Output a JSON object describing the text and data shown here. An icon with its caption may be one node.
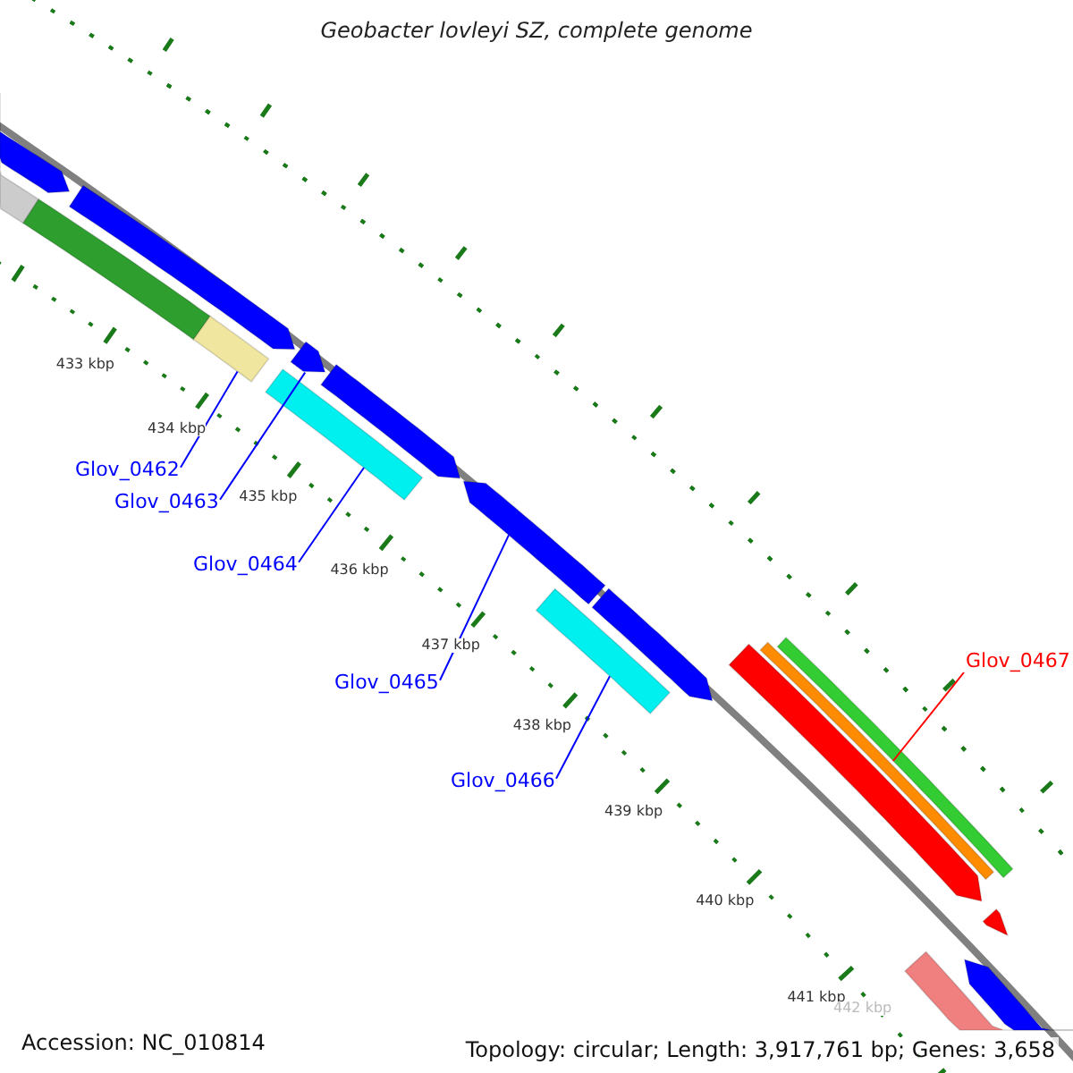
{
  "diagram": {
    "title": "Geobacter lovleyi SZ, complete genome",
    "nodes": [
      {
        "text": [
          "Glov_0462"
        ]
      },
      {
        "text": [
          "Glov_0463"
        ]
      },
      {
        "text": [
          "Glov_0464"
        ]
      },
      {
        "text": [
          "Glov_0465"
        ]
      },
      {
        "text": [
          "Glov_0466"
        ]
      },
      {
        "text": [
          "Glov_0467"
        ]
      },
      {
        "text": [],
        "shape": "bar"
      },
      {
        "text": [],
        "shape": "bar"
      },
      {
        "text": [],
        "shape": "bar"
      },
      {
        "text": [],
        "shape": "bar"
      },
      {
        "text": [],
        "shape": "bar"
      },
      {
        "text": [],
        "shape": "bar"
      },
      {
        "text": [],
        "shape": "bar"
      },
      {
        "text": [],
        "shape": "bar"
      },
      {
        "text": [],
        "shape": "bar"
      },
      {
        "text": [],
        "shape": "bar"
      },
      {
        "text": [],
        "shape": "bar"
      },
      {
        "text": [],
        "shape": "bar"
      },
      {
        "text": [],
        "shape": "bar"
      },
      {
        "text": [],
        "shape": "bar"
      },
      {
        "text": [],
        "shape": "bar"
      },
      {
        "text": [],
        "shape": "bar"
      },
      {
        "text": [],
        "shape": "bar"
      }
    ],
    "edges": [
      {
        "from": 0,
        "to": 10,
        "arrow": "none"
      },
      {
        "from": 1,
        "to": 12,
        "arrow": "none"
      },
      {
        "from": 2,
        "to": 11,
        "arrow": "none"
      },
      {
        "from": 3,
        "to": 14,
        "arrow": "none"
      },
      {
        "from": 4,
        "to": 15,
        "arrow": "none"
      },
      {
        "from": 5,
        "to": 19,
        "arrow": "none",
        "color": "#ff0000"
      }
    ],
    "labels": [
      "433 kbp",
      "434 kbp",
      "435 kbp",
      "436 kbp",
      "437 kbp",
      "438 kbp",
      "439 kbp",
      "440 kbp",
      "441 kbp",
      "442 kbp",
      "Accession: NC_010814",
      "Topology: circular; Length: 3,917,761 bp; Genes: 3,658"
    ]
  }
}
